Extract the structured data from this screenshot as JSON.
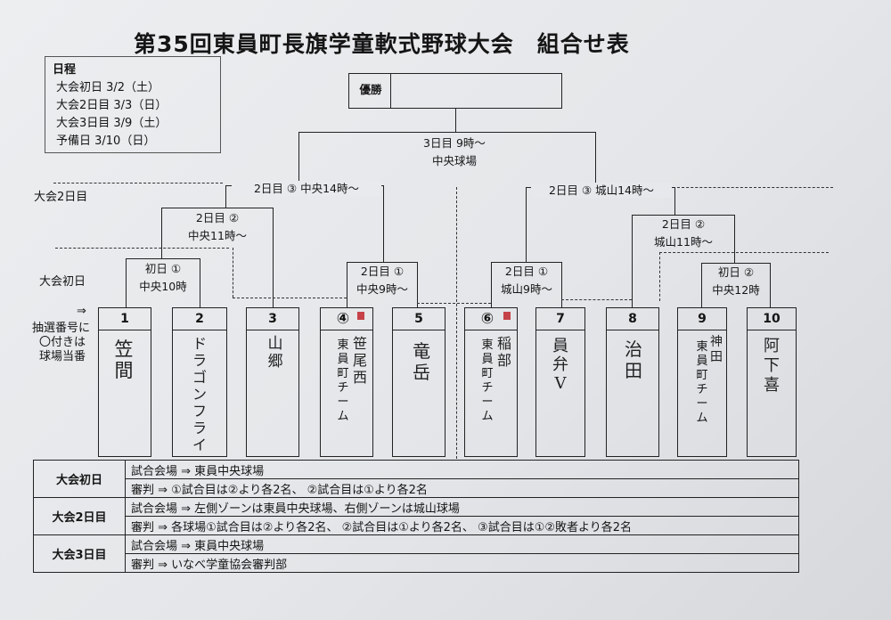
{
  "title": "第35回東員町長旗学童軟式野球大会　組合せ表",
  "schedule": {
    "header": "日程",
    "lines": [
      "大会初日  3/2（土）",
      "大会2日目  3/3（日）",
      "大会3日目  3/9（土）",
      "予備日  3/10（日）"
    ]
  },
  "winner_label": "優勝",
  "side_labels": {
    "day2": "大会2日目",
    "day1": "大会初日",
    "arrow": "⇒",
    "lottery": [
      "抽選番号に",
      "〇付きは",
      "球場当番"
    ]
  },
  "matches": {
    "final": [
      "3日目  9時～",
      "中央球場"
    ],
    "semi_left": "2日目  ③  中央14時～",
    "semi_right": "2日目  ③  城山14時～",
    "q_left": [
      "2日目  ②",
      "中央11時～"
    ],
    "q_right": [
      "2日目  ②",
      "城山11時～"
    ],
    "r1_a": [
      "初日  ①",
      "中央10時"
    ],
    "r1_b": [
      "2日目  ①",
      "中央9時～"
    ],
    "r1_c": [
      "2日目  ①",
      "城山9時～"
    ],
    "r1_d": [
      "初日  ②",
      "中央12時"
    ]
  },
  "teams": [
    {
      "num": "1",
      "name": "笠間",
      "typed": ""
    },
    {
      "num": "2",
      "name": "ドラゴンフライ",
      "typed": ""
    },
    {
      "num": "3",
      "name": "山郷",
      "typed": ""
    },
    {
      "num": "④",
      "name": "笹尾西",
      "typed": "東員町チーム"
    },
    {
      "num": "5",
      "name": "竜岳",
      "typed": ""
    },
    {
      "num": "⑥",
      "name": "稲部",
      "typed": "東員町チーム"
    },
    {
      "num": "7",
      "name": "員弁V",
      "typed": ""
    },
    {
      "num": "8",
      "name": "治田",
      "typed": ""
    },
    {
      "num": "9",
      "name": "神田",
      "typed": "東員町チーム"
    },
    {
      "num": "10",
      "name": "阿下喜",
      "typed": ""
    }
  ],
  "info": {
    "day1": {
      "label": "大会初日",
      "venue": "試合会場  ⇒  東員中央球場",
      "umpire": "審判  ⇒  ①試合目は②より各2名、 ②試合目は①より各2名"
    },
    "day2": {
      "label": "大会2日目",
      "venue": "試合会場  ⇒  左側ゾーンは東員中央球場、右側ゾーンは城山球場",
      "umpire": "審判  ⇒  各球場①試合目は②より各2名、  ②試合目は①より各2名、  ③試合目は①②敗者より各2名"
    },
    "day3": {
      "label": "大会3日目",
      "venue": "試合会場  ⇒  東員中央球場",
      "umpire": "審判  ⇒  いなべ学童協会審判部"
    }
  },
  "colors": {
    "paper": "#e6e8eb",
    "ink": "#151515",
    "stamp": "#c0252b"
  }
}
